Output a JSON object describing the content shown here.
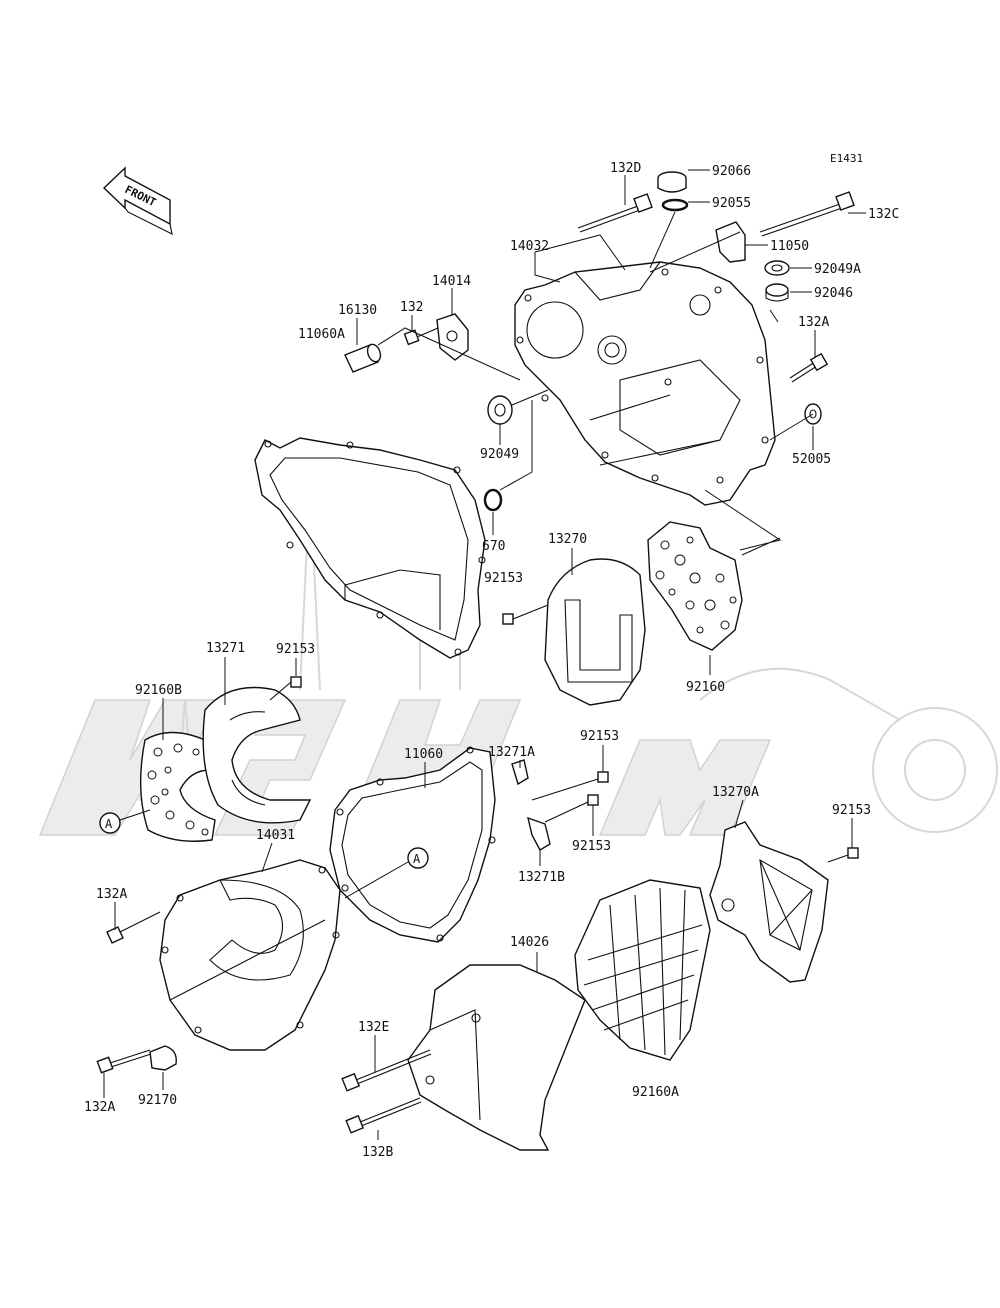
{
  "diagram_code": "E1431",
  "front_label": "FRONT",
  "callout_marker": "A",
  "part_labels": [
    {
      "id": "lbl-132d",
      "text": "132D"
    },
    {
      "id": "lbl-92066",
      "text": "92066"
    },
    {
      "id": "lbl-92055",
      "text": "92055"
    },
    {
      "id": "lbl-132c",
      "text": "132C"
    },
    {
      "id": "lbl-11050",
      "text": "11050"
    },
    {
      "id": "lbl-92049a",
      "text": "92049A"
    },
    {
      "id": "lbl-92046",
      "text": "92046"
    },
    {
      "id": "lbl-14032",
      "text": "14032"
    },
    {
      "id": "lbl-132a-top",
      "text": "132A"
    },
    {
      "id": "lbl-16130",
      "text": "16130"
    },
    {
      "id": "lbl-14014",
      "text": "14014"
    },
    {
      "id": "lbl-132",
      "text": "132"
    },
    {
      "id": "lbl-11060a",
      "text": "11060A"
    },
    {
      "id": "lbl-92049",
      "text": "92049"
    },
    {
      "id": "lbl-52005",
      "text": "52005"
    },
    {
      "id": "lbl-670",
      "text": "670"
    },
    {
      "id": "lbl-13270",
      "text": "13270"
    },
    {
      "id": "lbl-92153-mid",
      "text": "92153"
    },
    {
      "id": "lbl-92160",
      "text": "92160"
    },
    {
      "id": "lbl-13271",
      "text": "13271"
    },
    {
      "id": "lbl-92153-left",
      "text": "92153"
    },
    {
      "id": "lbl-92160b",
      "text": "92160B"
    },
    {
      "id": "lbl-11060",
      "text": "11060"
    },
    {
      "id": "lbl-13271a",
      "text": "13271A"
    },
    {
      "id": "lbl-92153-c1",
      "text": "92153"
    },
    {
      "id": "lbl-92153-c2",
      "text": "92153"
    },
    {
      "id": "lbl-13271b",
      "text": "13271B"
    },
    {
      "id": "lbl-13270a",
      "text": "13270A"
    },
    {
      "id": "lbl-92153-right",
      "text": "92153"
    },
    {
      "id": "lbl-14031",
      "text": "14031"
    },
    {
      "id": "lbl-132a-left",
      "text": "132A"
    },
    {
      "id": "lbl-14026",
      "text": "14026"
    },
    {
      "id": "lbl-132e",
      "text": "132E"
    },
    {
      "id": "lbl-92170",
      "text": "92170"
    },
    {
      "id": "lbl-132a-bottom",
      "text": "132A"
    },
    {
      "id": "lbl-92160a",
      "text": "92160A"
    },
    {
      "id": "lbl-132b",
      "text": "132B"
    }
  ]
}
